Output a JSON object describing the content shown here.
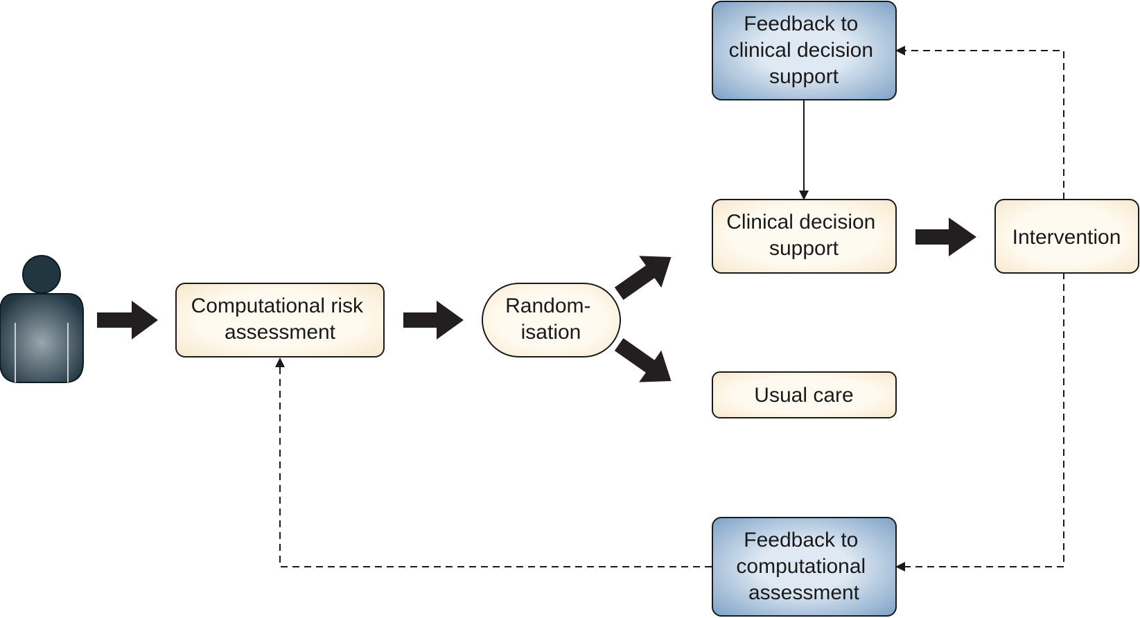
{
  "nodes": {
    "computational_risk_assessment": {
      "lines": [
        "Computational risk",
        "assessment"
      ]
    },
    "randomisation": {
      "lines": [
        "Random-",
        "isation"
      ]
    },
    "clinical_decision_support": {
      "lines": [
        "Clinical decision",
        "support"
      ]
    },
    "usual_care": {
      "lines": [
        "Usual care"
      ]
    },
    "intervention": {
      "lines": [
        "Intervention"
      ]
    },
    "feedback_clinical": {
      "lines": [
        "Feedback to",
        "clinical decision",
        "support"
      ]
    },
    "feedback_computational": {
      "lines": [
        "Feedback to",
        "computational",
        "assessment"
      ]
    }
  },
  "colors": {
    "box_fill_light": "#fffaf0",
    "box_fill_dark": "#f8ecd2",
    "feedback_fill_light": "#dde8f2",
    "feedback_fill_dark": "#7fa3c8",
    "outline": "#1a1a1a",
    "arrow": "#231f20",
    "person_light": "#8a9aa4",
    "person_dark": "#213642"
  },
  "icons": {
    "person": "person-icon"
  }
}
